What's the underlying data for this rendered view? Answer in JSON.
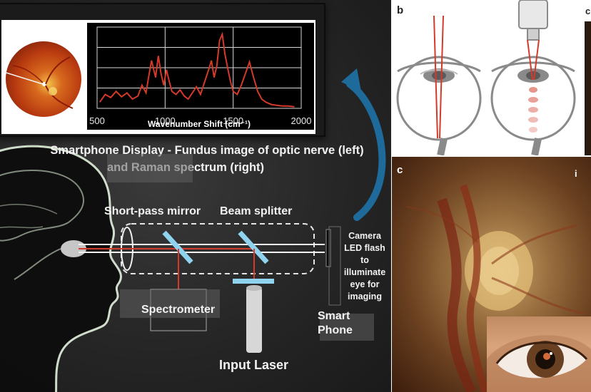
{
  "panel_a": {
    "caption_line1": "Smartphone Display - Fundus image of optic nerve (left)",
    "caption_line2": "and Raman spectrum (right)",
    "label_short_pass_mirror": "Short-pass mirror",
    "label_beam_splitter": "Beam splitter",
    "label_spectrometer": "Spectrometer",
    "label_input_laser": "Input Laser",
    "label_smart_phone_line1": "Smart",
    "label_smart_phone_line2": "Phone",
    "camera_note_lines": [
      "Camera",
      "LED flash",
      "to",
      "illuminate",
      "eye for",
      "imaging"
    ]
  },
  "chart_data": {
    "type": "line",
    "title": "",
    "xlabel": "Wavenumber Shift (cm⁻¹)",
    "ylabel": "",
    "xlim": [
      500,
      2000
    ],
    "x_ticks": [
      "500",
      "1000",
      "1500",
      "2000"
    ],
    "grid": true,
    "series": [
      {
        "color": "#d43a2a",
        "x": [
          520,
          560,
          600,
          640,
          680,
          720,
          760,
          800,
          830,
          860,
          880,
          900,
          930,
          950,
          970,
          990,
          1010,
          1030,
          1050,
          1080,
          1110,
          1140,
          1170,
          1200,
          1230,
          1260,
          1290,
          1320,
          1340,
          1360,
          1380,
          1400,
          1420,
          1440,
          1460,
          1480,
          1500,
          1530,
          1560,
          1590,
          1620,
          1650,
          1680,
          1710,
          1740,
          1780,
          1820,
          1860,
          1900,
          1950
        ],
        "y": [
          0.08,
          0.18,
          0.14,
          0.22,
          0.15,
          0.2,
          0.12,
          0.16,
          0.3,
          0.2,
          0.42,
          0.62,
          0.4,
          0.68,
          0.45,
          0.3,
          0.5,
          0.35,
          0.22,
          0.18,
          0.24,
          0.16,
          0.12,
          0.2,
          0.28,
          0.18,
          0.34,
          0.5,
          0.62,
          0.4,
          0.55,
          0.88,
          0.96,
          0.7,
          0.52,
          0.35,
          0.22,
          0.18,
          0.3,
          0.45,
          0.6,
          0.4,
          0.22,
          0.12,
          0.08,
          0.05,
          0.04,
          0.03,
          0.03,
          0.02
        ]
      }
    ]
  },
  "panel_b": {
    "letter": "b",
    "next_letter": "c"
  },
  "panel_c": {
    "letter": "c",
    "sub_letter": "i"
  }
}
